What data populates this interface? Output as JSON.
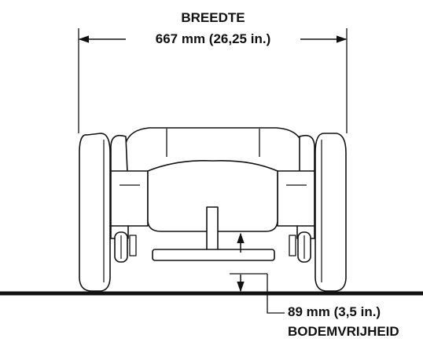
{
  "width": {
    "title": "BREEDTE",
    "value": "667 mm (26,25 in.)"
  },
  "clearance": {
    "value": "89 mm (3,5 in.)",
    "title": "BODEMVRIJHEID"
  },
  "colors": {
    "ink": "#111111",
    "background": "#ffffff"
  }
}
